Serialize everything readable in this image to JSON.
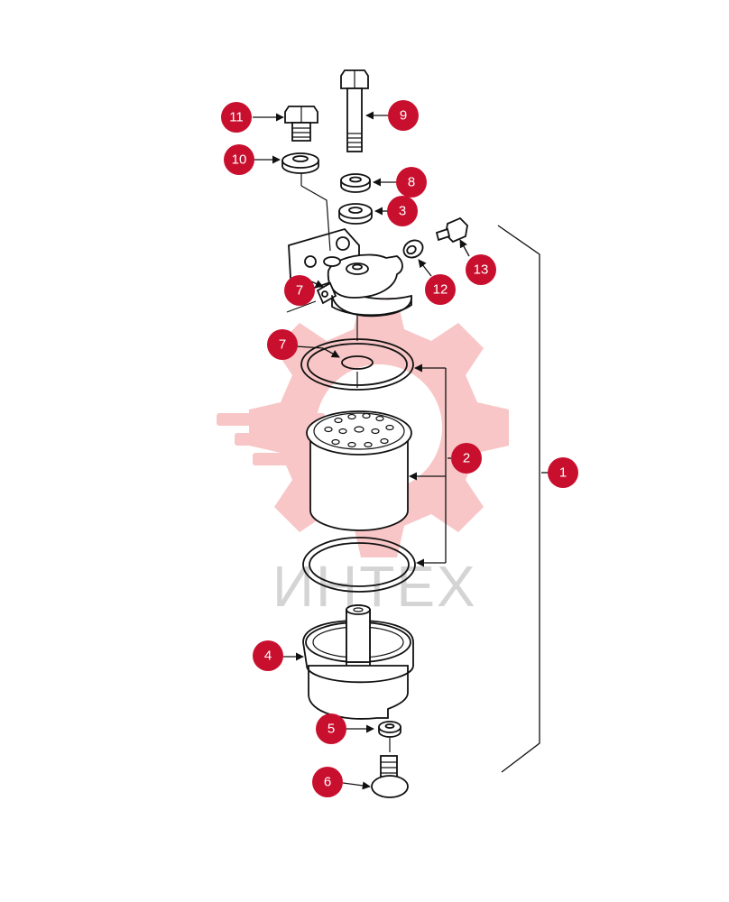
{
  "watermark": {
    "text": "ИНТЕХ",
    "color": "#f6b3b3"
  },
  "callout_color": "#c8102e",
  "callouts": [
    {
      "id": "1",
      "label": "1"
    },
    {
      "id": "2",
      "label": "2"
    },
    {
      "id": "3",
      "label": "3"
    },
    {
      "id": "4",
      "label": "4"
    },
    {
      "id": "5",
      "label": "5"
    },
    {
      "id": "6",
      "label": "6"
    },
    {
      "id": "7a",
      "label": "7"
    },
    {
      "id": "7b",
      "label": "7"
    },
    {
      "id": "8",
      "label": "8"
    },
    {
      "id": "9",
      "label": "9"
    },
    {
      "id": "10",
      "label": "10"
    },
    {
      "id": "11",
      "label": "11"
    },
    {
      "id": "12",
      "label": "12"
    },
    {
      "id": "13",
      "label": "13"
    }
  ]
}
